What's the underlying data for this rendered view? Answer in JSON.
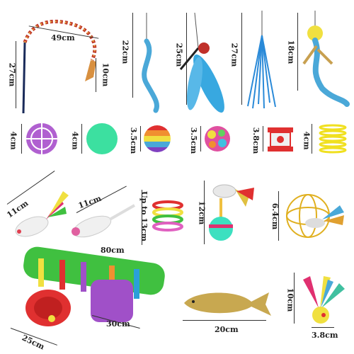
{
  "labels": {
    "wand_length": "49cm",
    "wand_height": "27cm",
    "wand_tail": "10cm",
    "blue_worm": "22cm",
    "feather_teaser": "25cm",
    "tinsel_teaser": "27cm",
    "yellow_feather": "18cm",
    "purple_ball": "4cm",
    "green_ball": "4cm",
    "rainbow_ball": "3.5cm",
    "fuzzy_ball": "3.5cm",
    "roller": "3.8cm",
    "spring": "4cm",
    "mouse_feather": "11cm",
    "mouse_pink": "11cm",
    "spring_rainbow": "Up to 13cm",
    "tumbler": "12cm",
    "wire_ball": "6.4cm",
    "tunnel_length": "80cm",
    "tunnel_side": "30cm",
    "tunnel_width": "25cm",
    "fish": "20cm",
    "feather_ball_height": "10cm",
    "feather_ball_width": "3.8cm"
  },
  "colors": {
    "blue": "#4aa8d8",
    "green_ball": "#3ce0a0",
    "purple": "#a050c8",
    "yellow": "#f0e040",
    "red": "#e03030",
    "tunnel_blue": "#2aa0d8"
  }
}
